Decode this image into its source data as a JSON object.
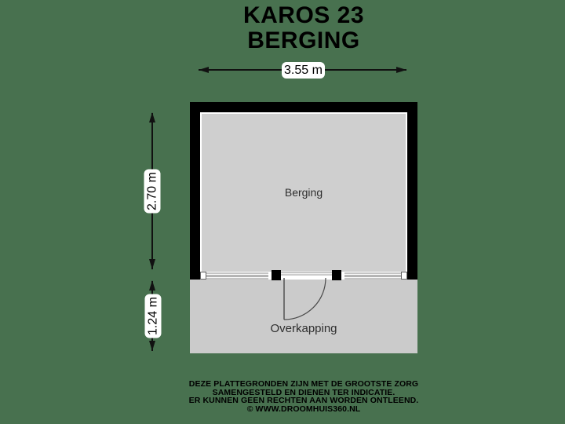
{
  "title": {
    "line1": "KAROS 23",
    "line2": "BERGING"
  },
  "dimensions": {
    "width": "3.55 m",
    "room_depth": "2.70 m",
    "overhang_depth": "1.24 m"
  },
  "rooms": {
    "main_label": "Berging",
    "overhang_label": "Overkapping"
  },
  "footer": {
    "line1": "DEZE PLATTEGRONDEN ZIJN MET DE GROOTSTE ZORG",
    "line2": "SAMENGESTELD EN DIENEN TER INDICATIE.",
    "line3": "ER KUNNEN GEEN RECHTEN AAN WORDEN ONTLEEND.",
    "line4": "© WWW.DROOMHUIS360.NL"
  },
  "colors": {
    "background": "#48714F",
    "wall": "#000000",
    "floor": "#cfcfcf",
    "overhang": "#cbcbcb",
    "dimension_pill": "#ffffff",
    "glazing_line": "#8a8a8a"
  }
}
